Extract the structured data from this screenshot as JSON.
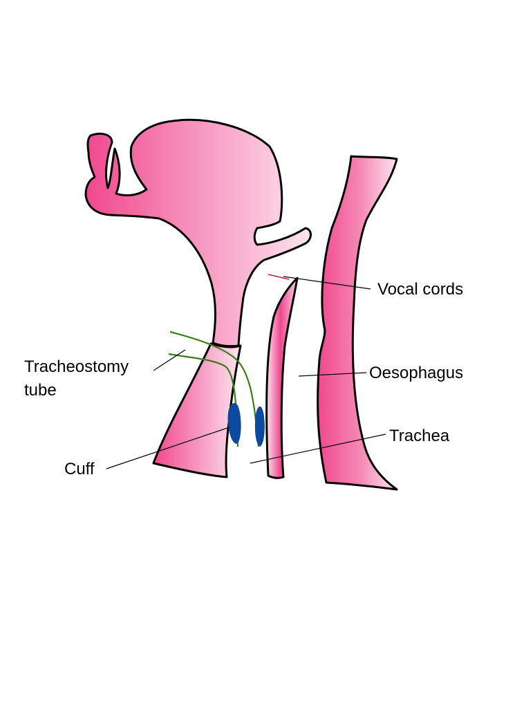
{
  "labels": {
    "vocal_cords": "Vocal cords",
    "oesophagus": "Oesophagus",
    "trachea": "Trachea",
    "tracheostomy_line1": "Tracheostomy",
    "tracheostomy_line2": "tube",
    "cuff": "Cuff"
  },
  "colors": {
    "tissue_dark": "#f0488e",
    "tissue_light": "#fde4ee",
    "tube": "#3a7d12",
    "cuff": "#0b4aa0",
    "vocal_cord_mark": "#d4145a",
    "outline": "#000000"
  }
}
